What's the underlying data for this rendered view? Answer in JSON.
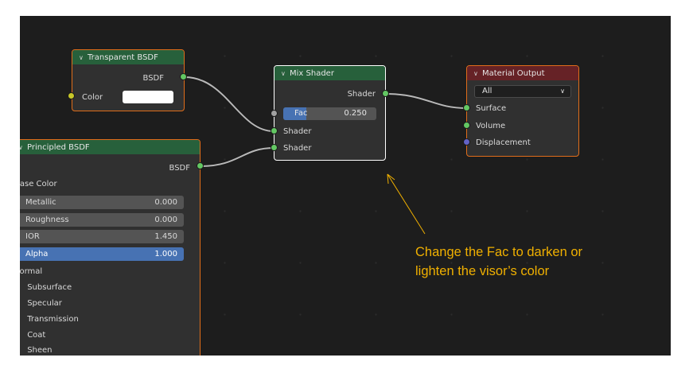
{
  "nodes": {
    "transparent": {
      "title": "Transparent BSDF",
      "output_bsdf": "BSDF",
      "color_label": "Color"
    },
    "mix": {
      "title": "Mix Shader",
      "output_shader": "Shader",
      "fac_label": "Fac",
      "fac_value": "0.250",
      "fac_fraction": 0.25,
      "input_shader_1": "Shader",
      "input_shader_2": "Shader"
    },
    "output": {
      "title": "Material Output",
      "target": "All",
      "surface": "Surface",
      "volume": "Volume",
      "displacement": "Displacement"
    },
    "principled": {
      "title": "Principled BSDF",
      "output_bsdf": "BSDF",
      "base_color": "Base Color",
      "metallic_label": "Metallic",
      "metallic_value": "0.000",
      "roughness_label": "Roughness",
      "roughness_value": "0.000",
      "ior_label": "IOR",
      "ior_value": "1.450",
      "alpha_label": "Alpha",
      "alpha_value": "1.000",
      "normal": "Normal",
      "panels": [
        "Subsurface",
        "Specular",
        "Transmission",
        "Coat",
        "Sheen"
      ]
    }
  },
  "annotation": {
    "line1": "Change the Fac to darken or",
    "line2": "lighten the visor’s color"
  },
  "colors": {
    "shader_header": "#27603b",
    "output_header": "#662226",
    "node_border": "#e06d1a",
    "active_field": "#4772b3",
    "annotation": "#f0b000"
  }
}
